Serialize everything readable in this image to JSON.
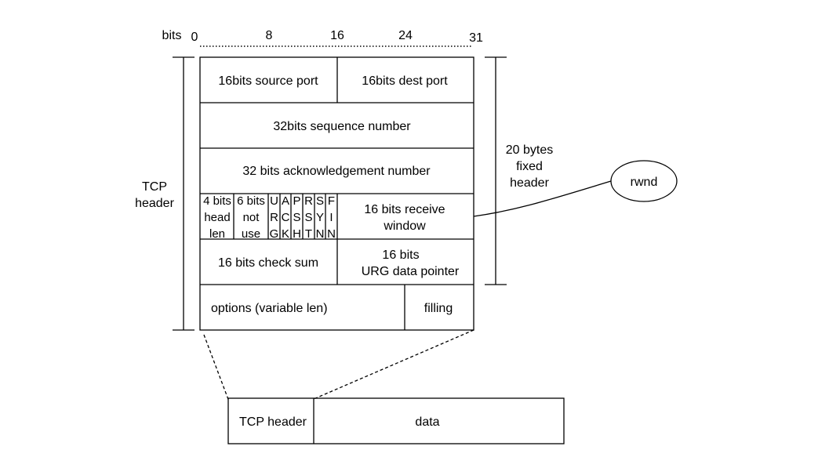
{
  "bits_ruler": {
    "label": "bits",
    "ticks": [
      "0",
      "8",
      "16",
      "24",
      "31"
    ]
  },
  "header_fields": {
    "source_port": "16bits source port",
    "dest_port": "16bits dest port",
    "sequence_number": "32bits sequence number",
    "ack_number": "32 bits acknowledgement number",
    "head_len": [
      "4 bits",
      "head",
      "len"
    ],
    "not_use": [
      "6 bits",
      "not",
      "use"
    ],
    "flags": [
      [
        "U",
        "R",
        "G"
      ],
      [
        "A",
        "C",
        "K"
      ],
      [
        "P",
        "S",
        "H"
      ],
      [
        "R",
        "S",
        "T"
      ],
      [
        "S",
        "Y",
        "N"
      ],
      [
        "F",
        "I",
        "N"
      ]
    ],
    "receive_window": [
      "16 bits receive",
      "window"
    ],
    "check_sum": "16 bits check sum",
    "urg_pointer": [
      "16 bits",
      "URG data pointer"
    ],
    "options": "options (variable len)",
    "filling": "filling"
  },
  "left_bracket_label": [
    "TCP",
    "header"
  ],
  "right_bracket_label": [
    "20 bytes",
    "fixed",
    "header"
  ],
  "rwnd_label": "rwnd",
  "segment": {
    "tcp_header": "TCP header",
    "data": "data"
  },
  "colors": {
    "stroke": "#000000",
    "background": "#ffffff"
  }
}
